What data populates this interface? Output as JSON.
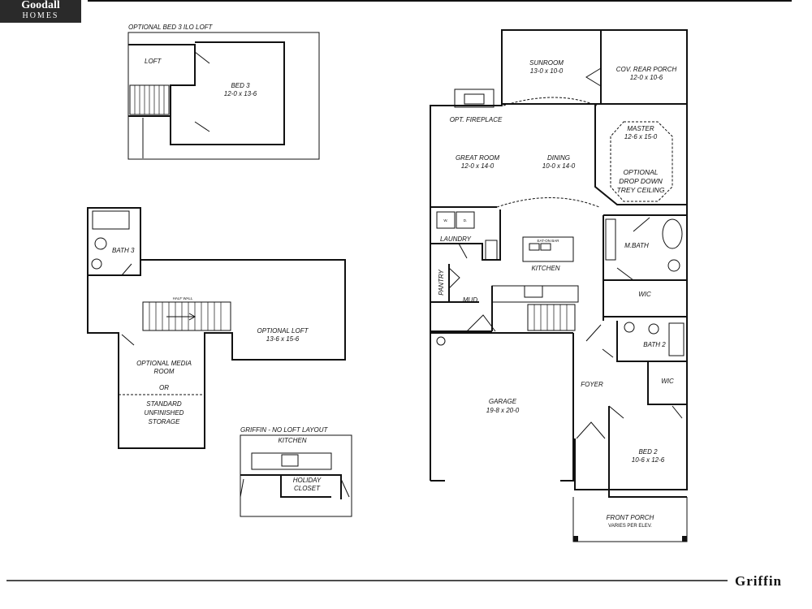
{
  "logo": {
    "line1": "Goodall",
    "line2": "HOMES"
  },
  "plan_name": "Griffin",
  "bonus": {
    "title": "OPTIONAL BED 3 ILO LOFT",
    "loft": "LOFT",
    "bed3": "BED 3",
    "bed3_size": "12-0 x 13-6"
  },
  "upstairs": {
    "bath3": "BATH 3",
    "half_wall": "HALF WALL",
    "optional_loft": "OPTIONAL LOFT",
    "optional_loft_size": "13-6 x 15-6",
    "media": [
      "OPTIONAL MEDIA",
      "ROOM",
      "OR",
      "STANDARD",
      "UNFINISHED",
      "STORAGE"
    ]
  },
  "no_loft": {
    "title": "GRIFFIN - NO LOFT LAYOUT",
    "kitchen": "KITCHEN",
    "holiday_closet": [
      "HOLIDAY",
      "CLOSET"
    ]
  },
  "main": {
    "sunroom": "SUNROOM",
    "sunroom_size": "13-0 x 10-0",
    "rear_porch": "COV. REAR PORCH",
    "rear_porch_size": "12-0 x 10-6",
    "fireplace": "OPT. FIREPLACE",
    "great_room": "GREAT ROOM",
    "great_room_size": "12-0 x 14-0",
    "dining": "DINING",
    "dining_size": "10-0 x 14-0",
    "master": "MASTER",
    "master_size": "12-6 x 15-0",
    "trey": [
      "OPTIONAL",
      "DROP DOWN",
      "TREY CEILING"
    ],
    "laundry": "LAUNDRY",
    "washer": "W.",
    "dryer": "D.",
    "eat_bar": "EAT-ON BAR",
    "kitchen": "KITCHEN",
    "pantry": "PANTRY",
    "mud": "MUD",
    "mbath": "M.BATH",
    "wic1": "WIC",
    "bath2": "BATH 2",
    "wic2": "WIC",
    "foyer": "FOYER",
    "garage": "GARAGE",
    "garage_size": "19-8 x 20-0",
    "bed2": "BED 2",
    "bed2_size": "10-6 x 12-6",
    "front_porch": "FRONT PORCH",
    "front_porch_note": "VARIES PER ELEV."
  }
}
